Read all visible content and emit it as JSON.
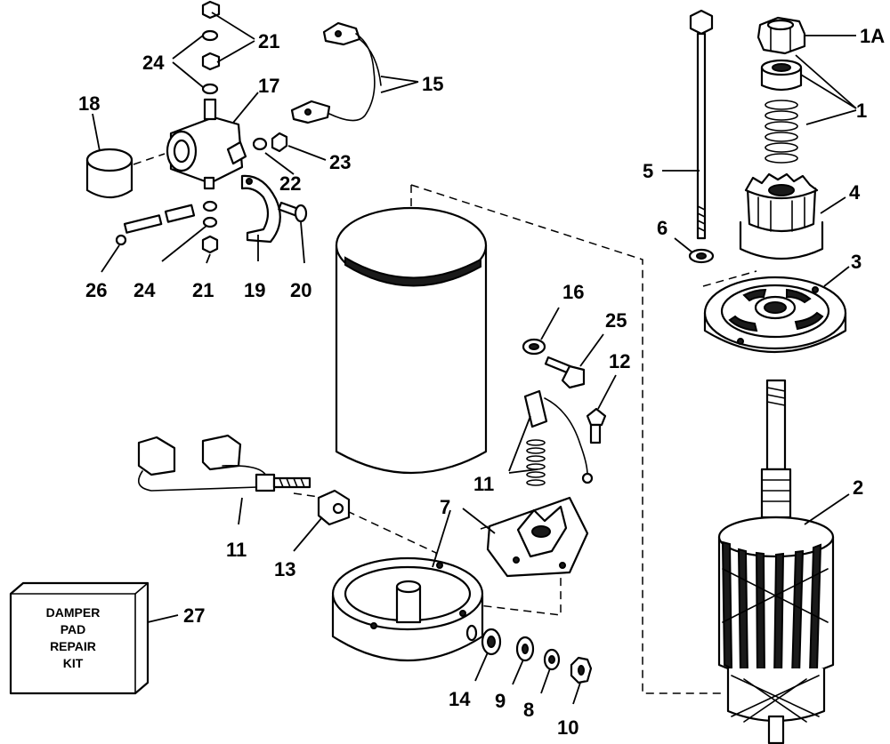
{
  "callouts": {
    "c1A": "1A",
    "c1": "1",
    "c2": "2",
    "c3": "3",
    "c4": "4",
    "c5": "5",
    "c6": "6",
    "c7": "7",
    "c8": "8",
    "c9": "9",
    "c10": "10",
    "c11a": "11",
    "c11b": "11",
    "c12": "12",
    "c13": "13",
    "c14": "14",
    "c15": "15",
    "c16": "16",
    "c17": "17",
    "c18": "18",
    "c19": "19",
    "c20": "20",
    "c21a": "21",
    "c21b": "21",
    "c22": "22",
    "c23": "23",
    "c24a": "24",
    "c24b": "24",
    "c25": "25",
    "c26": "26",
    "c27": "27"
  },
  "kit_box": {
    "line1": "DAMPER",
    "line2": "PAD",
    "line3": "REPAIR",
    "line4": "KIT"
  }
}
